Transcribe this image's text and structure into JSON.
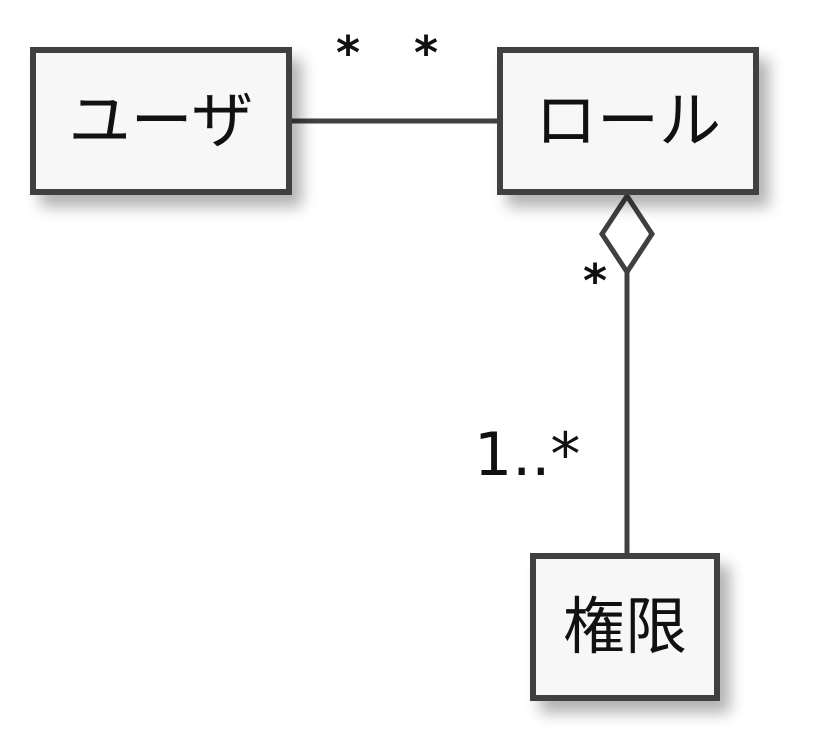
{
  "diagram": {
    "classes": {
      "user": "ユーザ",
      "role": "ロール",
      "permission": "権限"
    },
    "associations": [
      {
        "from": "ユーザ",
        "to": "ロール",
        "kind": "association",
        "multiplicity_from": "*",
        "multiplicity_to": "*"
      },
      {
        "from": "ロール",
        "to": "権限",
        "kind": "aggregation",
        "multiplicity_from": "*",
        "multiplicity_to": "1..*"
      }
    ],
    "colors": {
      "line": "#404040",
      "box_fill": "#f7f7f7",
      "text": "#111111"
    }
  }
}
